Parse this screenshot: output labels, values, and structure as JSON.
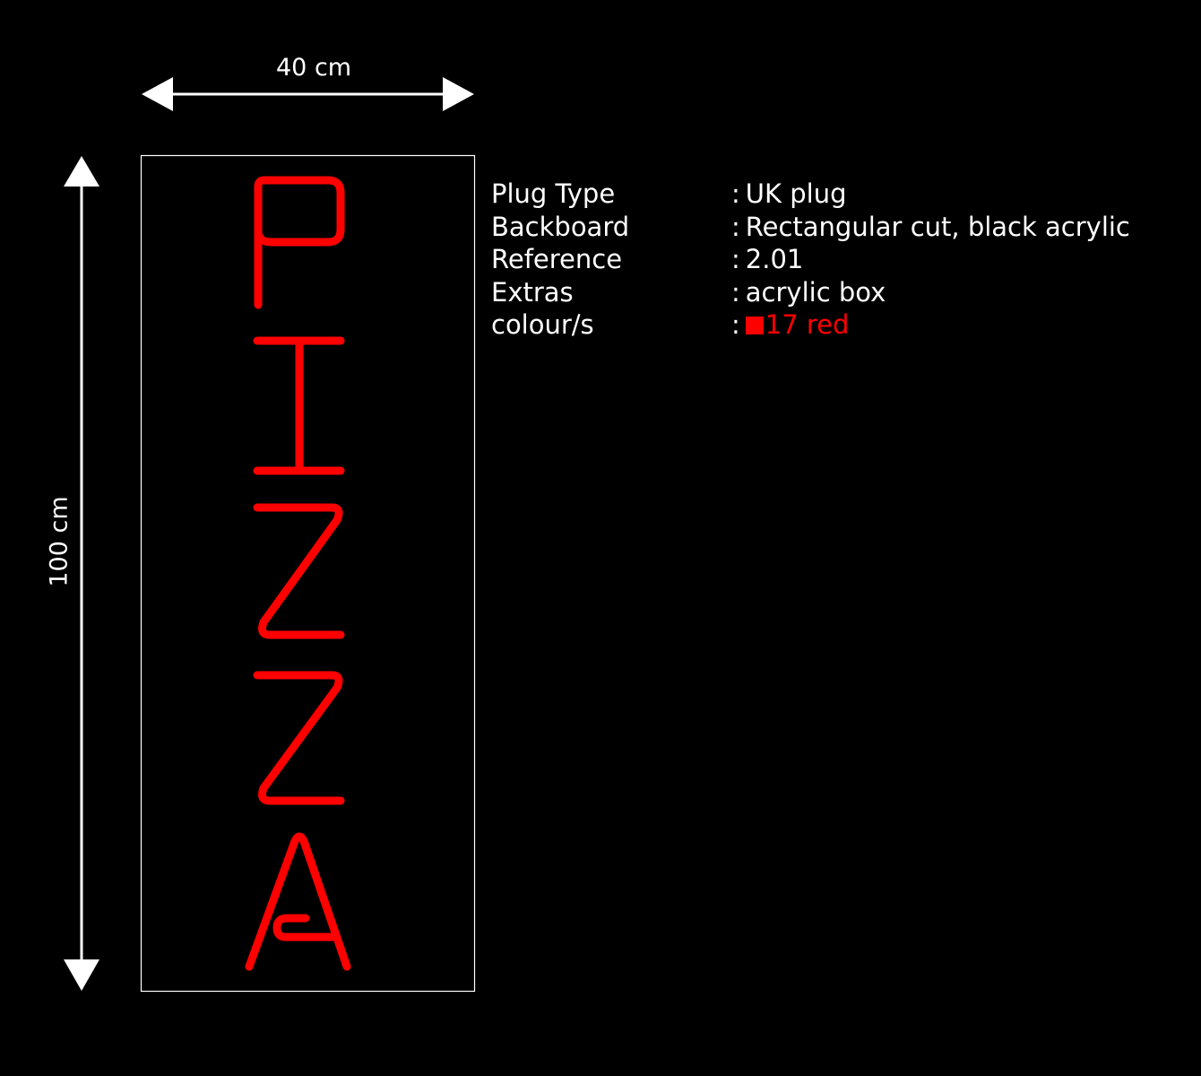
{
  "dimensions": {
    "width_label": "40 cm",
    "height_label": "100 cm"
  },
  "sign": {
    "text": "PIZZA",
    "neon_color": "#ff0000",
    "frame_color": "#ffffff",
    "background_color": "#000000"
  },
  "specs": [
    {
      "key": "Plug Type",
      "sep": ":",
      "value": "UK plug"
    },
    {
      "key": "Backboard",
      "sep": ":",
      "value": "Rectangular cut, black acrylic"
    },
    {
      "key": "Reference",
      "sep": ":",
      "value": "2.01"
    },
    {
      "key": "Extras",
      "sep": ":",
      "value": "acrylic box"
    },
    {
      "key": "colour/s",
      "sep": ":",
      "value": "17 red",
      "swatch_color": "#ff0000"
    }
  ]
}
